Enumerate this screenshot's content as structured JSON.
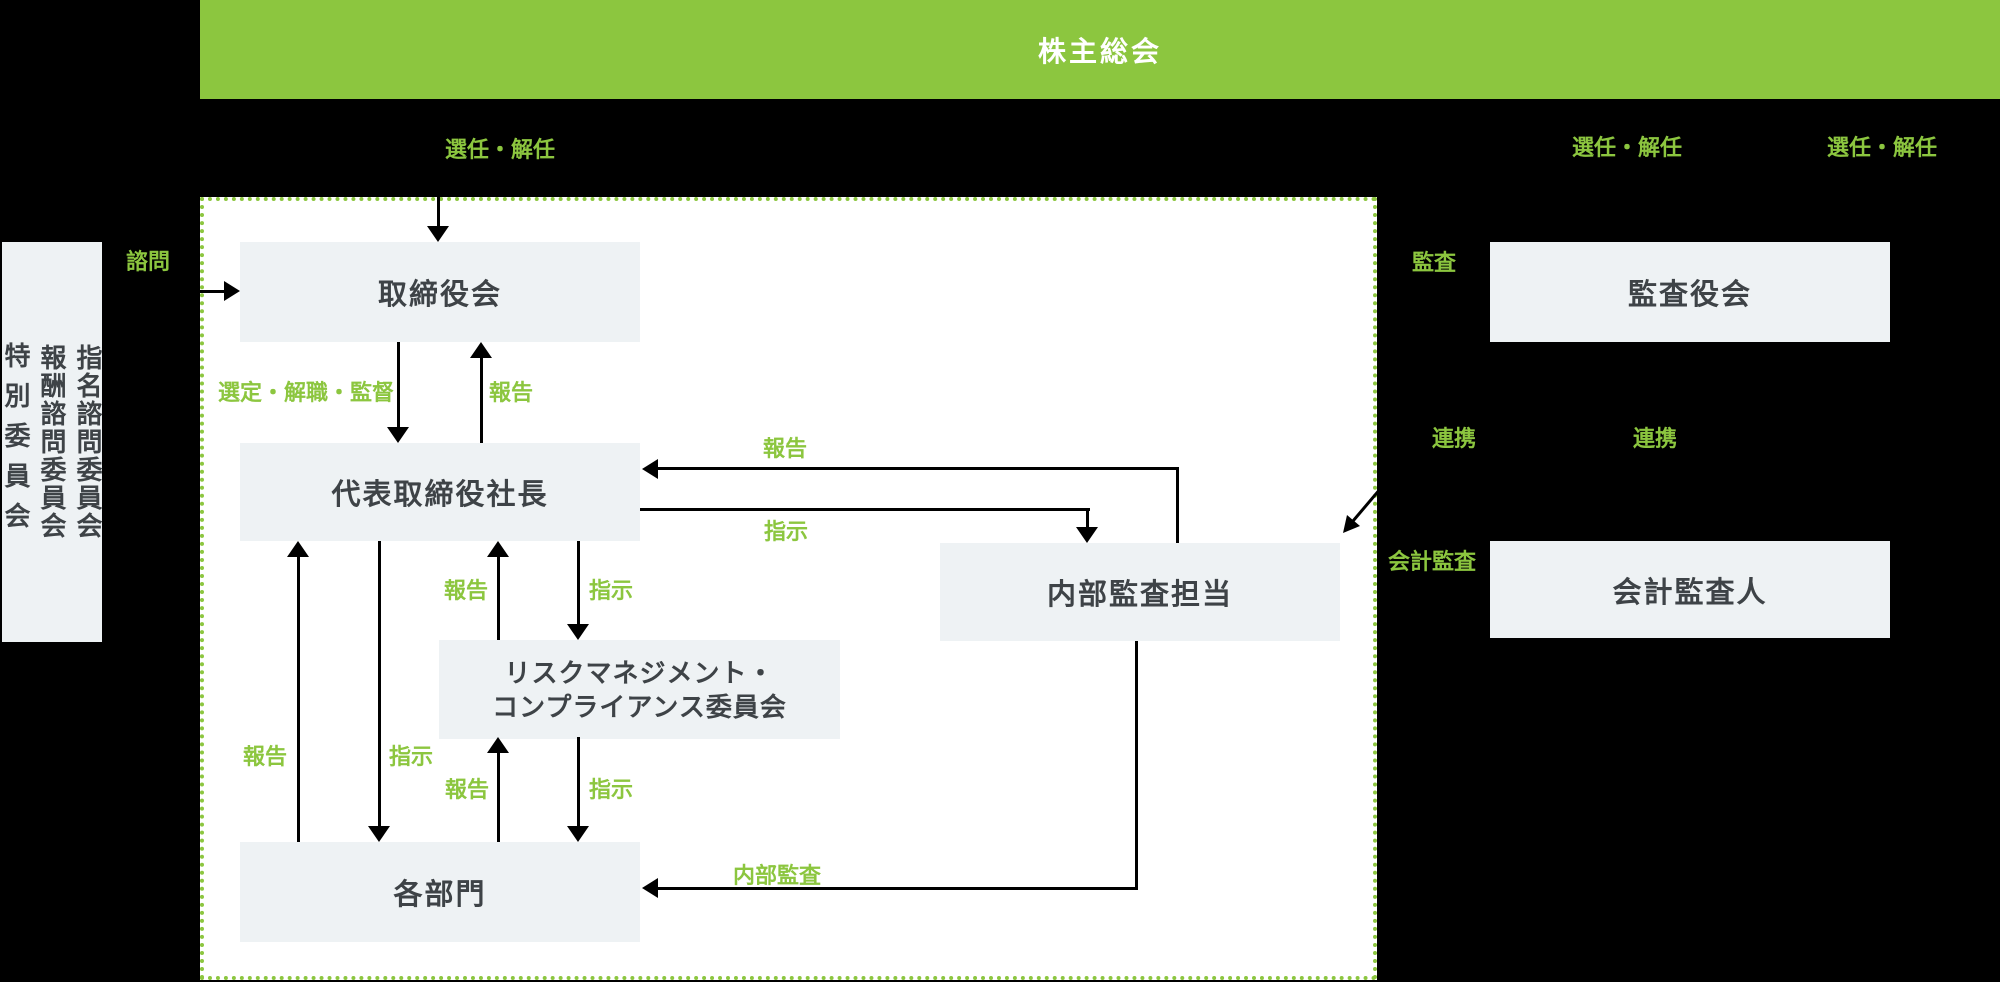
{
  "header": {
    "title": "株主総会"
  },
  "boxes": {
    "board": "取締役会",
    "president": "代表取締役社長",
    "risk_line1": "リスクマネジメント・",
    "risk_line2": "コンプライアンス委員会",
    "departments": "各部門",
    "internal_audit_office": "内部監査担当",
    "audit_board": "監査役会",
    "accounting_auditor": "会計監査人",
    "committees": {
      "special": "特別委員会",
      "compensation": "報酬諮問委員会",
      "nomination": "指名諮問委員会"
    }
  },
  "labels": {
    "appoint_dismiss_1": "選任・解任",
    "appoint_dismiss_2": "選任・解任",
    "appoint_dismiss_3": "選任・解任",
    "advisory": "諮問",
    "audit": "監査",
    "cooperation_1": "連携",
    "cooperation_2": "連携",
    "accounting_audit": "会計監査",
    "select_dismiss_supervise": "選定・解職・監督",
    "report_to_board": "報告",
    "report_internal_to_president": "報告",
    "instruct_president_to_internal": "指示",
    "report_risk_to_president": "報告",
    "instruct_president_to_risk": "指示",
    "report_depts_to_president": "報告",
    "instruct_president_to_depts": "指示",
    "report_depts_to_risk": "報告",
    "instruct_risk_to_depts": "指示",
    "internal_audit_flow": "内部監査"
  },
  "colors": {
    "accent_green": "#8cc63f",
    "box_fill": "#eef2f4",
    "box_text": "#3e4347",
    "background": "#000000",
    "panel": "#ffffff",
    "line": "#000000",
    "title_text": "#ffffff"
  }
}
